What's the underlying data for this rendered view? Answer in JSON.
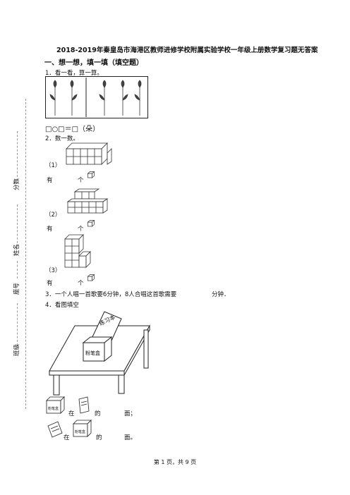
{
  "doc": {
    "title": "2018-2019年秦皇岛市海港区教师进修学校附属实验学校一年级上册数学复习题无答案",
    "section1": "一、想一想，填一填（填空题）"
  },
  "q1": {
    "text": "1．看一看，算一算。",
    "formula": "□○□＝□（朵）"
  },
  "q2": {
    "text": "2．数一数。",
    "sub1": "（1）",
    "sub2": "（2）",
    "sub3": "（3）",
    "you": "有",
    "ge": "个"
  },
  "q3": {
    "text": "3．一个人唱一首歌要6分钟，8人合唱这首歌需要",
    "unit": "分钟．"
  },
  "q4": {
    "text": "4．看图填空",
    "book_label": "练习本",
    "pencilbox_label": "粉笔盒",
    "small_box_label": "粉笔盒",
    "line1_zai": "在",
    "line1_de": "的",
    "line1_end": "面；",
    "line2_zai": "在",
    "line2_de": "的",
    "line2_end": "面。"
  },
  "margin": {
    "score": "分数",
    "name": "姓名",
    "seat": "座号",
    "class": "班级"
  },
  "footer": {
    "page": "第 1 页，共 9 页"
  }
}
